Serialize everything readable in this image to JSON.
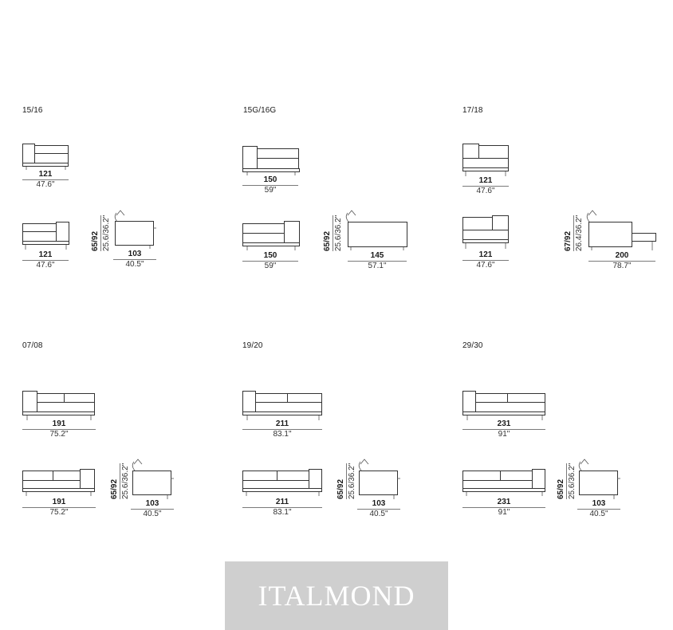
{
  "brand": {
    "name": "ITALMOND"
  },
  "modules": [
    {
      "code": "15/16",
      "top_width": {
        "cm": "121",
        "in": "47.6\""
      },
      "bottom_width": {
        "cm": "121",
        "in": "47.6\""
      },
      "side_height": {
        "cm": "65/92",
        "in": "25.6/36.2\""
      },
      "side_depth": {
        "cm": "103",
        "in": "40.5\""
      }
    },
    {
      "code": "15G/16G",
      "top_width": {
        "cm": "150",
        "in": "59\""
      },
      "bottom_width": {
        "cm": "150",
        "in": "59\""
      },
      "side_height": {
        "cm": "65/92",
        "in": "25.6/36.2\""
      },
      "side_depth": {
        "cm": "145",
        "in": "57.1\""
      }
    },
    {
      "code": "17/18",
      "top_width": {
        "cm": "121",
        "in": "47.6\""
      },
      "bottom_width": {
        "cm": "121",
        "in": "47.6\""
      },
      "side_height": {
        "cm": "67/92",
        "in": "26.4/36.2\""
      },
      "side_depth": {
        "cm": "200",
        "in": "78.7\""
      }
    },
    {
      "code": "07/08",
      "top_width": {
        "cm": "191",
        "in": "75.2\""
      },
      "bottom_width": {
        "cm": "191",
        "in": "75.2\""
      },
      "side_height": {
        "cm": "65/92",
        "in": "25.6/36.2\""
      },
      "side_depth": {
        "cm": "103",
        "in": "40.5\""
      }
    },
    {
      "code": "19/20",
      "top_width": {
        "cm": "211",
        "in": "83.1\""
      },
      "bottom_width": {
        "cm": "211",
        "in": "83.1\""
      },
      "side_height": {
        "cm": "65/92",
        "in": "25.6/36.2\""
      },
      "side_depth": {
        "cm": "103",
        "in": "40.5\""
      }
    },
    {
      "code": "29/30",
      "top_width": {
        "cm": "231",
        "in": "91\""
      },
      "bottom_width": {
        "cm": "231",
        "in": "91\""
      },
      "side_height": {
        "cm": "65/92",
        "in": "25.6/36.2\""
      },
      "side_depth": {
        "cm": "103",
        "in": "40.5\""
      }
    }
  ]
}
